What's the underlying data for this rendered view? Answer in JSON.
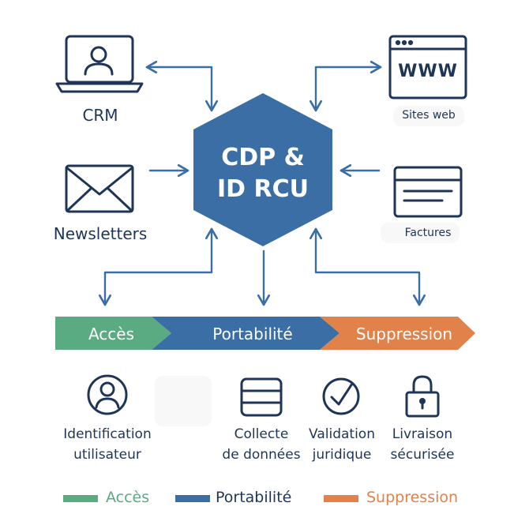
{
  "hub": {
    "line1": "CDP &",
    "line2": "ID RCU"
  },
  "sources": {
    "crm": "CRM",
    "newsletters": "Newsletters",
    "sites_web": "Sites web",
    "factures": "Factures",
    "www_text": "WWW"
  },
  "band": {
    "acces": "Accès",
    "portabilite": "Portabilité",
    "suppression": "Suppression"
  },
  "steps": {
    "identification": [
      "Identification",
      "utilisateur"
    ],
    "collecte": [
      "Collecte",
      "de données"
    ],
    "validation": [
      "Validation",
      "juridique"
    ],
    "livraison": [
      "Livraison",
      "sécurisée"
    ]
  },
  "legend": {
    "acces": "Accès",
    "portabilite": "Portabilité",
    "suppression": "Suppression"
  },
  "colors": {
    "navy": "#1f3557",
    "hub": "#3a6ea5",
    "arrow": "#3a6ea5",
    "acces": "#5aaa82",
    "portabilite": "#3a6ea5",
    "suppression": "#e0824a"
  }
}
